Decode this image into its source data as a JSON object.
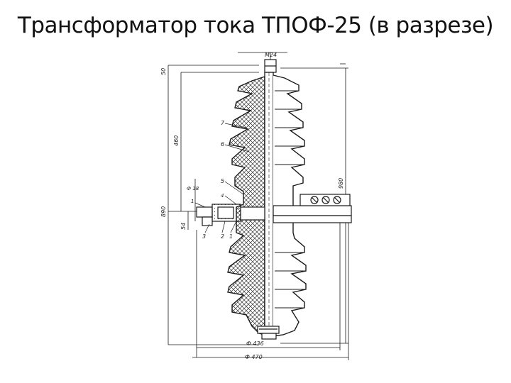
{
  "slide": {
    "title": "Трансформатор тока ТПОФ-25 (в разрезе)"
  },
  "drawing": {
    "thread_label": "М24",
    "dimensions": {
      "top_height": "50",
      "upper_height": "460",
      "total_height": "980",
      "left_height": "890",
      "flange_offset": "54",
      "hole_diameter": "Ф 18",
      "inner_diameter": "Ф 436",
      "outer_diameter": "Ф 470"
    },
    "part_numbers": [
      "7",
      "6",
      "5",
      "4",
      "1",
      "3",
      "2",
      "1"
    ]
  },
  "colors": {
    "line": "#1a1a1a",
    "hatch": "#333333",
    "background": "#ffffff"
  }
}
